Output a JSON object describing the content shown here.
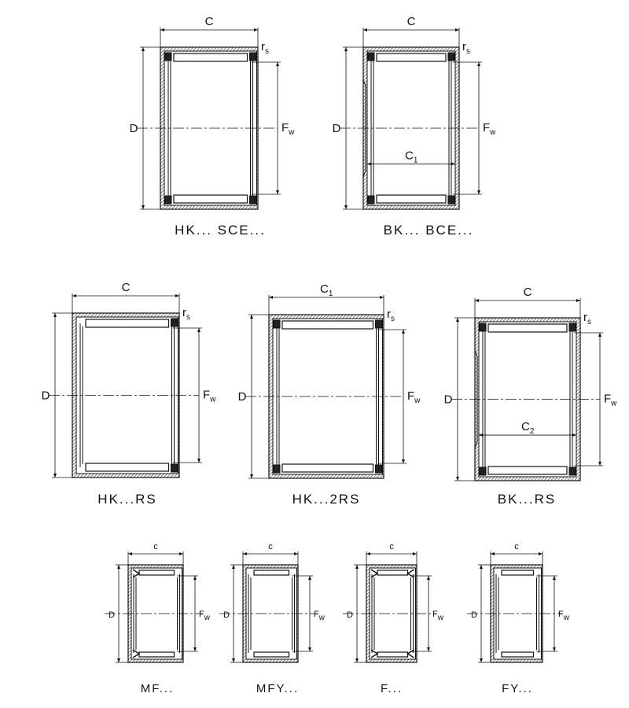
{
  "figures": [
    {
      "caption": "HK... SCE...",
      "labels": {
        "width": "C",
        "radius": "r",
        "radius_sub": "s",
        "outer": "D",
        "bore": "F",
        "bore_sub": "w"
      }
    },
    {
      "caption": "BK... BCE...",
      "labels": {
        "width": "C",
        "radius": "r",
        "radius_sub": "s",
        "outer": "D",
        "bore": "F",
        "bore_sub": "w",
        "inner_width": "C",
        "inner_width_sub": "1"
      }
    },
    {
      "caption": "HK...RS",
      "labels": {
        "width": "C",
        "radius": "r",
        "radius_sub": "s",
        "outer": "D",
        "bore": "F",
        "bore_sub": "w"
      }
    },
    {
      "caption": "HK...2RS",
      "labels": {
        "width": "C",
        "width_sub": "1",
        "radius": "r",
        "radius_sub": "s",
        "outer": "D",
        "bore": "F",
        "bore_sub": "w"
      }
    },
    {
      "caption": "BK...RS",
      "labels": {
        "width": "C",
        "radius": "r",
        "radius_sub": "s",
        "outer": "D",
        "bore": "F",
        "bore_sub": "w",
        "inner_width": "C",
        "inner_width_sub": "2"
      }
    },
    {
      "caption": "MF...",
      "labels": {
        "width": "c",
        "outer": "D",
        "bore": "F",
        "bore_sub": "w"
      }
    },
    {
      "caption": "MFY...",
      "labels": {
        "width": "c",
        "outer": "D",
        "bore": "F",
        "bore_sub": "w"
      }
    },
    {
      "caption": "F...",
      "labels": {
        "width": "c",
        "outer": "D",
        "bore": "F",
        "bore_sub": "w"
      }
    },
    {
      "caption": "FY...",
      "labels": {
        "width": "c",
        "outer": "D",
        "bore": "F",
        "bore_sub": "w"
      }
    }
  ],
  "colors": {
    "line": "#111111",
    "hatch": "#444444",
    "background": "#ffffff"
  }
}
